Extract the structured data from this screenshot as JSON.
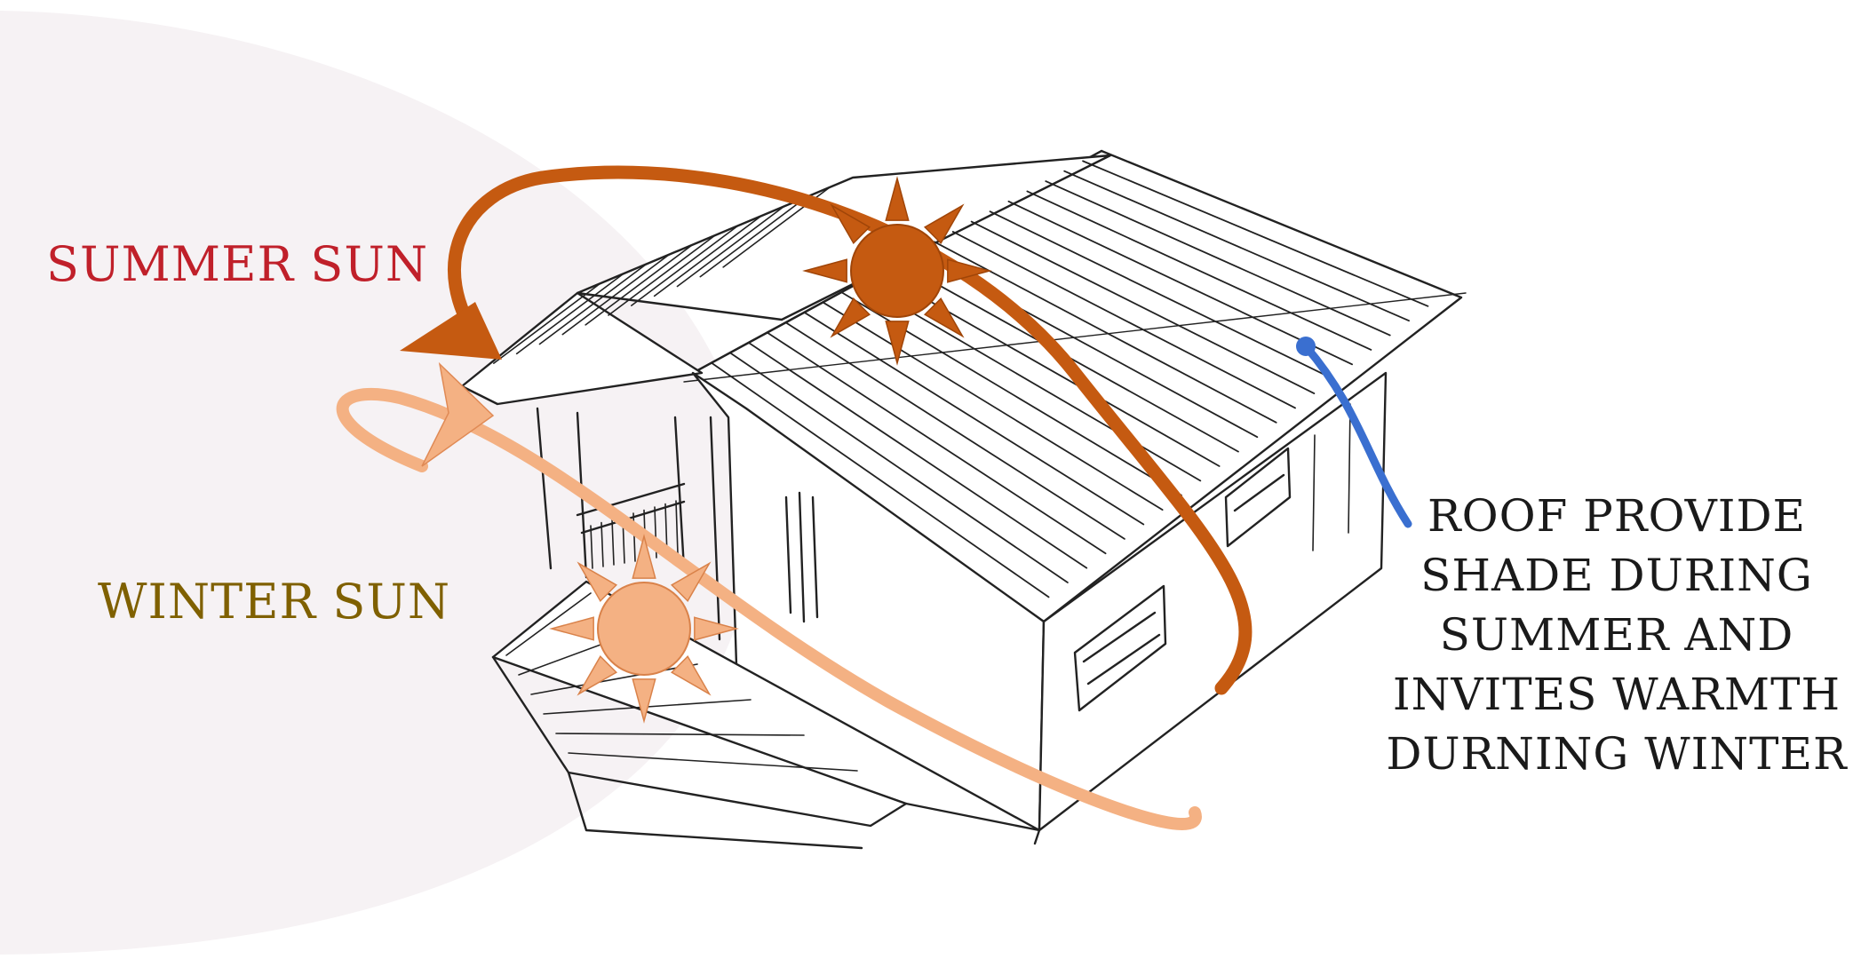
{
  "labels": {
    "summer_sun": "SUMMER SUN",
    "winter_sun": "WINTER SUN"
  },
  "note": {
    "lines": [
      "ROOF PROVIDE",
      "SHADE DURING",
      "SUMMER AND",
      "INVITES WARMTH",
      "DURNING WINTER"
    ]
  },
  "colors": {
    "summer_sun": "#c55a11",
    "summer_text": "#c0202a",
    "winter_sun": "#f4b183",
    "winter_text": "#7f6000",
    "leader_line": "#3a6fd0",
    "sketch": "#222222",
    "halo": "#f6f2f4"
  },
  "icons": {
    "summer": "sun-icon",
    "winter": "sun-icon"
  }
}
